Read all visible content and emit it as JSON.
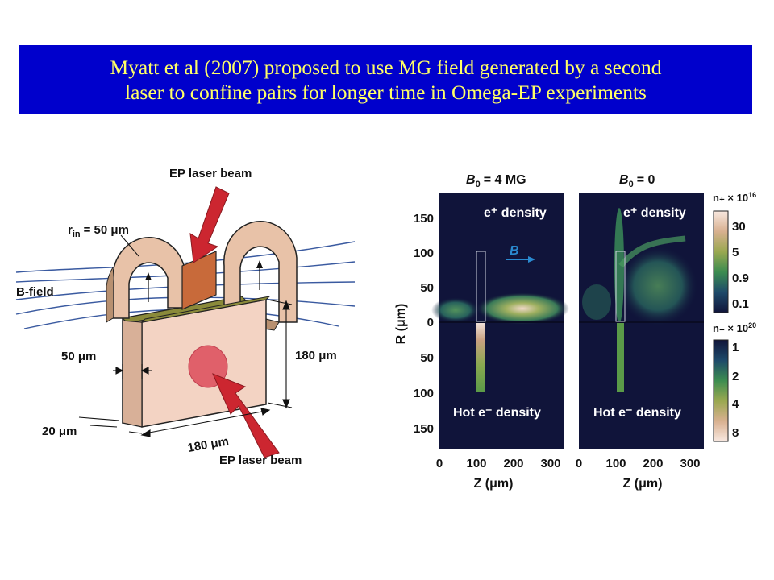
{
  "title": {
    "line1": "Myatt et al (2007) proposed to use MG field generated by a second",
    "line2": "laser to confine pairs for longer time in Omega-EP experiments",
    "background": "#0000cc",
    "color": "#ffff66"
  },
  "schematic": {
    "laser_top_label": "EP laser beam",
    "laser_bottom_label": "EP laser beam",
    "radius_label": "r",
    "radius_sub": "in",
    "radius_value": "= 50 μm",
    "bfield_label": "B-field",
    "gap_label": "50 μm",
    "thickness_label": "20 μm",
    "height_label": "180 μm",
    "width_label": "180 μm",
    "arrow_color": "#cc2630",
    "coil_color": "#e8c2a8",
    "target_color": "#f5d5c5",
    "spot_color": "#e0606a"
  },
  "panels": {
    "left_title_sym": "B",
    "left_title_sub": "0",
    "left_title_val": "= 4 MG",
    "right_title_sym": "B",
    "right_title_sub": "0",
    "right_title_val": "= 0",
    "upper_label": "e⁺ density",
    "lower_label": "Hot e⁻ density",
    "b_arrow_label": "B",
    "y_axis_label": "R (μm)",
    "x_axis_label": "Z (μm)",
    "y_ticks": [
      "150",
      "100",
      "50",
      "0",
      "50",
      "100",
      "150"
    ],
    "x_ticks": [
      "0",
      "100",
      "200",
      "300"
    ],
    "plot_bg": "#10143a"
  },
  "colorbars": {
    "top_label": "n₊ × 10",
    "top_exp": "16",
    "top_ticks": [
      "30",
      "5",
      "0.9",
      "0.1"
    ],
    "bottom_label": "n₋ × 10",
    "bottom_exp": "20",
    "bottom_ticks": [
      "1",
      "2",
      "4",
      "8"
    ]
  }
}
